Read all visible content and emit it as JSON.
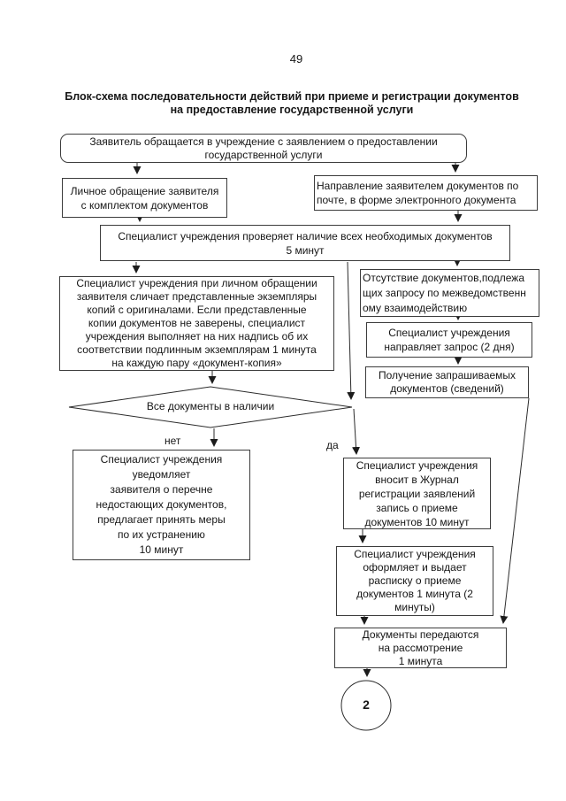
{
  "page_number": "49",
  "title": "Блок-схема последовательности действий при приеме и регистрации документов\nна предоставление государственной услуги",
  "flowchart": {
    "start": "Заявитель обращается в учреждение с заявлением о предоставлении\nгосударственной услуги",
    "personal_visit": "Личное обращение заявителя\nс комплектом документов",
    "mail_submission": "Направление заявителем документов по\nпочте, в форме электронного документа",
    "check_documents": "Специалист учреждения проверяет наличие всех необходимых документов\n5 минут",
    "compare_copies": "Специалист учреждения при личном обращении\nзаявителя сличает представленные экземпляры\nкопий с оригиналами. Если представленные\nкопии документов не заверены, специалист\nучреждения выполняет на них надпись об их\nсоответствии подлинным экземплярам 1 минута\nна каждую пару «документ-копия»",
    "absence_documents": "Отсутствие документов,подлежа\nщих запросу по межведомственн\nому взаимодействию",
    "send_request": "Специалист учреждения\nнаправляет запрос (2 дня)",
    "receive_documents": "Получение запрашиваемых\nдокументов (сведений)",
    "decision": "Все документы в наличии",
    "label_no": "нет",
    "label_yes": "да",
    "notify_missing": "Специалист учреждения\nуведомляет\nзаявителя о перечне\nнедостающих документов,\nпредлагает принять меры\nпо их устранению\n10 минут",
    "journal_entry": "Специалист учреждения\nвносит в Журнал\nрегистрации заявлений\nзапись о приеме\nдокументов 10 минут",
    "issue_receipt": "Специалист учреждения\nоформляет и выдает\nрасписку о приеме\nдокументов 1 минута (2\nминуты)",
    "transfer_documents": "Документы передаются\nна рассмотрение\n1 минута",
    "connector_2": "2"
  },
  "colors": {
    "background": "#ffffff",
    "line": "#2b2b2b",
    "border": "#3c3c3c",
    "text": "#161616"
  }
}
